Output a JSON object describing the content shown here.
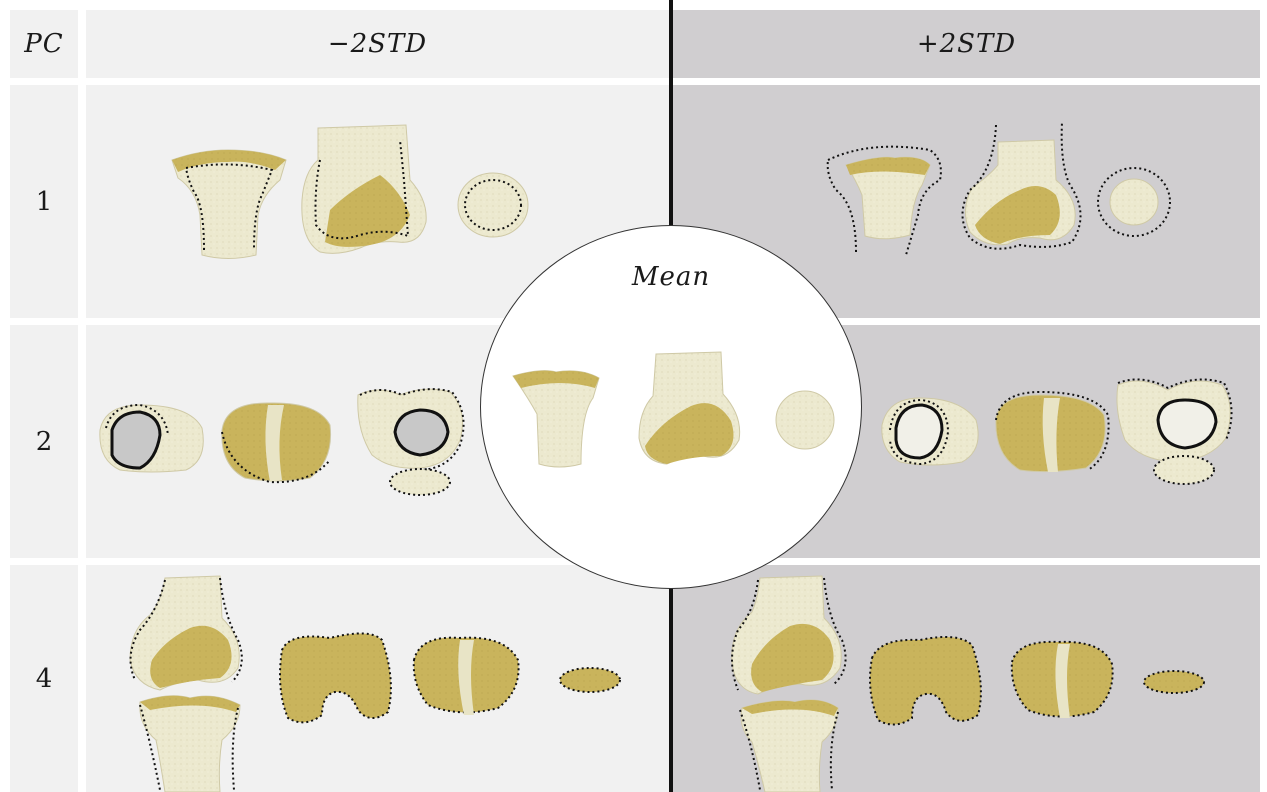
{
  "header": {
    "pc_label": "PC",
    "minus_label": "−2STD",
    "plus_label": "+2STD"
  },
  "rows": [
    {
      "label": "1"
    },
    {
      "label": "2"
    },
    {
      "label": "4"
    }
  ],
  "center": {
    "title": "Mean"
  },
  "colors": {
    "light_panel": "#f1f1f1",
    "dark_panel": "#d0ced0",
    "bone": "#ece9cf",
    "cartilage": "#c9b45c",
    "outline": "#111111"
  }
}
